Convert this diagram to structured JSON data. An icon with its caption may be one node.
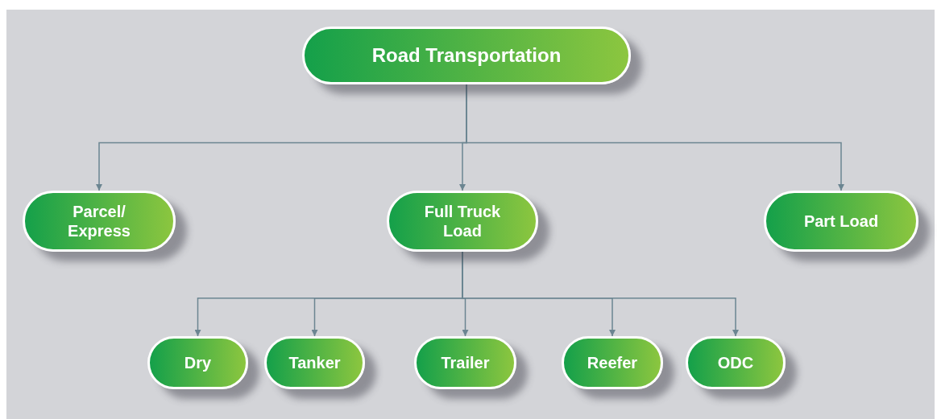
{
  "diagram": {
    "nodes": [
      {
        "text": [
          "Road Transportation"
        ]
      },
      {
        "text": [
          "Parcel/ Express"
        ]
      },
      {
        "text": [
          "Full Truck Load"
        ]
      },
      {
        "text": [
          "Part Load"
        ]
      },
      {
        "text": [
          "Dry"
        ]
      },
      {
        "text": [
          "Tanker"
        ]
      },
      {
        "text": [
          "Trailer"
        ]
      },
      {
        "text": [
          "Reefer"
        ]
      },
      {
        "text": [
          "ODC"
        ]
      }
    ],
    "edges": [
      {
        "from": 0,
        "to": 1,
        "arrow": "to"
      },
      {
        "from": 0,
        "to": 2,
        "arrow": "to"
      },
      {
        "from": 0,
        "to": 3,
        "arrow": "to"
      },
      {
        "from": 2,
        "to": 4,
        "arrow": "to"
      },
      {
        "from": 2,
        "to": 5,
        "arrow": "to"
      },
      {
        "from": 2,
        "to": 6,
        "arrow": "to"
      },
      {
        "from": 2,
        "to": 7,
        "arrow": "to"
      },
      {
        "from": 2,
        "to": 8,
        "arrow": "to"
      }
    ]
  }
}
